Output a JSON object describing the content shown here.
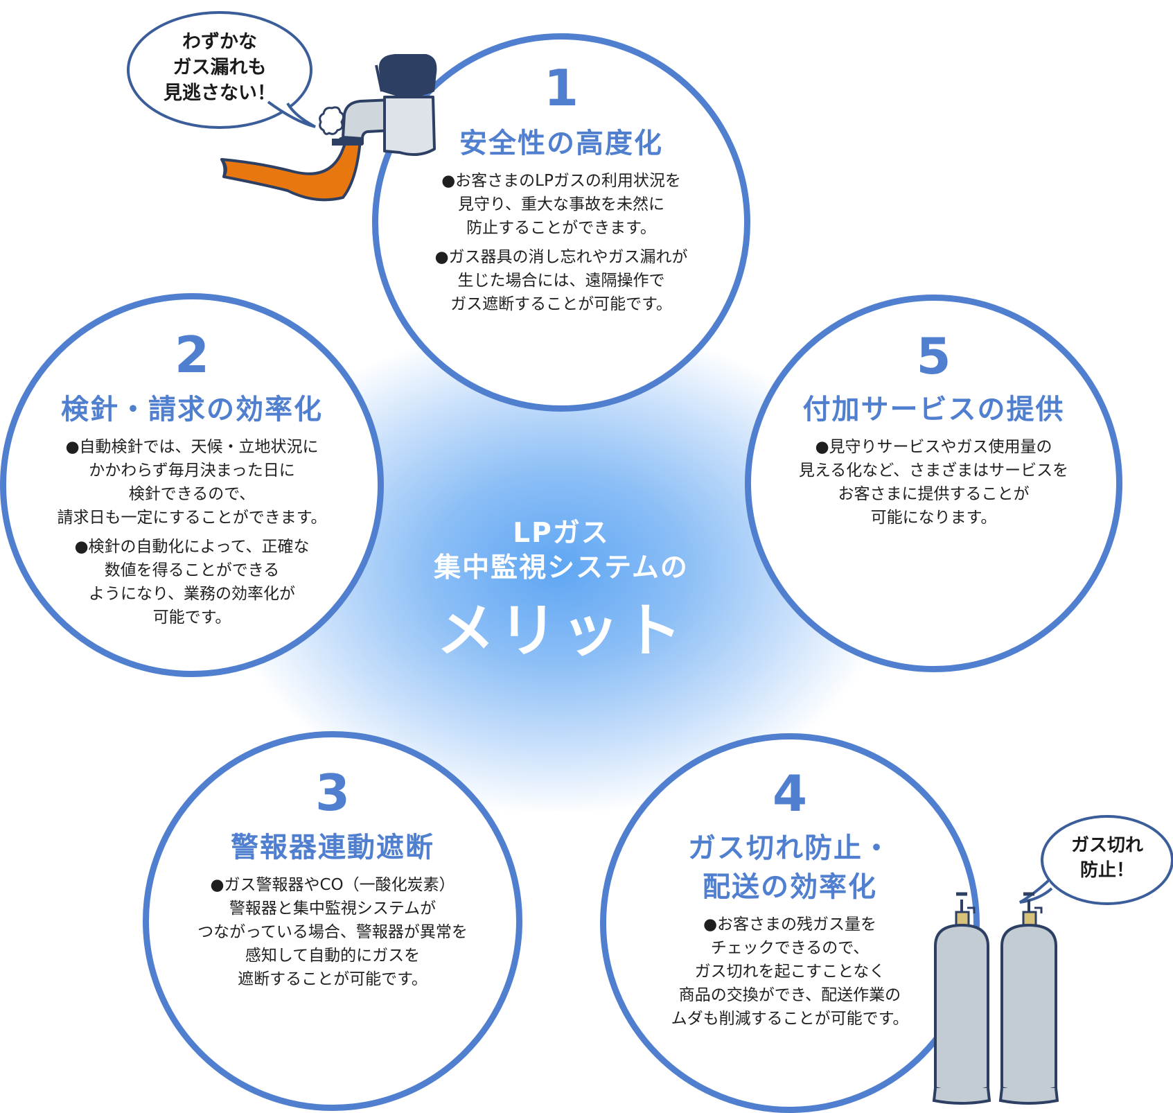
{
  "center": {
    "line1": "LPガス",
    "line2": "集中監視システムの",
    "big": "メリット"
  },
  "items": [
    {
      "number": "1",
      "title": "安全性の高度化",
      "paragraphs": [
        "●お客さまのLPガスの利用状況を\n見守り、重大な事故を未然に\n防止することができます。",
        "●ガス器具の消し忘れやガス漏れが\n生じた場合には、遠隔操作で\nガス遮断することが可能です。"
      ]
    },
    {
      "number": "2",
      "title": "検針・請求の効率化",
      "paragraphs": [
        "●自動検針では、天候・立地状況に\nかかわらず毎月決まった日に\n検針できるので、\n請求日も一定にすることができます。",
        "●検針の自動化によって、正確な\n数値を得ることができる\nようになり、業務の効率化が\n可能です。"
      ]
    },
    {
      "number": "3",
      "title": "警報器連動遮断",
      "paragraphs": [
        "●ガス警報器やCO（一酸化炭素）\n警報器と集中監視システムが\nつながっている場合、警報器が異常を\n感知して自動的にガスを\n遮断することが可能です。"
      ]
    },
    {
      "number": "4",
      "title_line1": "ガス切れ防止・",
      "title_line2": "配送の効率化",
      "paragraphs": [
        "●お客さまの残ガス量を\nチェックできるので、\nガス切れを起こすことなく\n商品の交換ができ、配送作業の\nムダも削減することが可能です。"
      ]
    },
    {
      "number": "5",
      "title": "付加サービスの提供",
      "paragraphs": [
        "●見守りサービスやガス使用量の\n見える化など、さまざまはサービスを\nお客さまに提供することが\n可能になります。"
      ]
    }
  ],
  "bubbles": {
    "leak": "わずかな\nガス漏れも\n見逃さない！",
    "cylinder": "ガス切れ\n防止！"
  },
  "colors": {
    "accent": "#4f7fce",
    "hose": "#e8770f",
    "outline": "#2d3f63",
    "metal": "#cfd6dc",
    "cylinder": "#c4ccd3"
  },
  "icons": {
    "valve": "gas-valve-with-hose-icon",
    "cylinders": "gas-cylinders-icon",
    "smoke": "gas-leak-puff-icon"
  }
}
